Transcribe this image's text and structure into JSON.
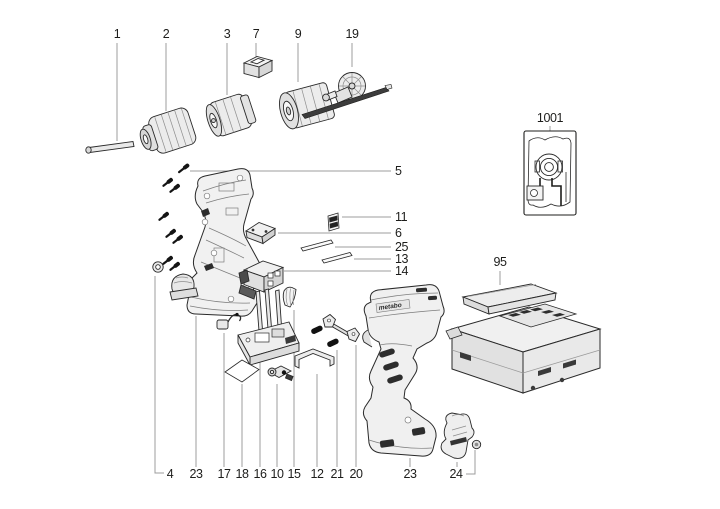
{
  "diagram": {
    "kind": "exploded-parts-diagram",
    "subject": "cordless-drill-driver",
    "colors": {
      "background": "#ffffff",
      "line": "#2a2a2a",
      "leader": "#9c9c9c",
      "fill_light": "#efefef",
      "fill_mid": "#dedede",
      "fill_dark": "#2d2d2d",
      "label_text": "#1d1d1b"
    }
  },
  "brand": {
    "text": "metabo"
  },
  "callouts": {
    "top": [
      {
        "text": "1"
      },
      {
        "text": "2"
      },
      {
        "text": "3"
      },
      {
        "text": "7"
      },
      {
        "text": "9"
      },
      {
        "text": "19"
      }
    ],
    "right": [
      {
        "text": "5"
      },
      {
        "text": "11"
      },
      {
        "text": "6"
      },
      {
        "text": "25"
      },
      {
        "text": "13"
      },
      {
        "text": "14"
      }
    ],
    "inset": {
      "text": "1001"
    },
    "battery_cover": {
      "text": "95"
    },
    "bottom": [
      {
        "text": "4"
      },
      {
        "text": "23"
      },
      {
        "text": "17"
      },
      {
        "text": "18"
      },
      {
        "text": "16"
      },
      {
        "text": "10"
      },
      {
        "text": "15"
      },
      {
        "text": "12"
      },
      {
        "text": "21"
      },
      {
        "text": "20"
      }
    ],
    "bottom_right": [
      {
        "text": "23"
      },
      {
        "text": "24"
      }
    ]
  }
}
